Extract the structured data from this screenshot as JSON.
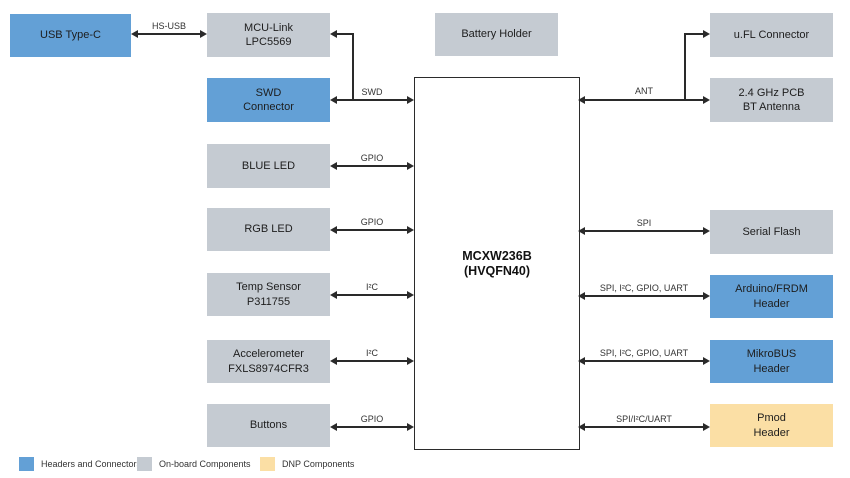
{
  "colors": {
    "header_connector_blue": "#63A0D6",
    "onboard_gray": "#C5CBD2",
    "dnp_orange": "#FBDFA5",
    "chip_fill": "#FFFFFF",
    "line_dark": "#2A2A2A"
  },
  "blocks": {
    "usb_type_c": "USB Type-C",
    "mcu_link": "MCU-Link\nLPC5569",
    "swd_connector": "SWD\nConnector",
    "blue_led": "BLUE LED",
    "rgb_led": "RGB LED",
    "temp_sensor": "Temp Sensor\nP311755",
    "accelerometer": "Accelerometer\nFXLS8974CFR3",
    "buttons": "Buttons",
    "battery_holder": "Battery Holder",
    "ufl_connector": "u.FL Connector",
    "bt_antenna": "2.4 GHz PCB\nBT Antenna",
    "serial_flash": "Serial Flash",
    "arduino_frdm_header": "Arduino/FRDM\nHeader",
    "mikrobus_header": "MikroBUS\nHeader",
    "pmod_header": "Pmod\nHeader",
    "chip": "MCXW236B\n(HVQFN40)"
  },
  "connections": {
    "hs_usb": "HS-USB",
    "swd": "SWD",
    "gpio_blue_led": "GPIO",
    "gpio_rgb_led": "GPIO",
    "i2c_temp_sensor": "I²C",
    "i2c_accelerometer": "I²C",
    "gpio_buttons": "GPIO",
    "ant": "ANT",
    "spi": "SPI",
    "arduino_frdm_bus": "SPI, I²C, GPIO, UART",
    "mikrobus_bus": "SPI, I²C, GPIO, UART",
    "pmod_bus": "SPI/I²C/UART"
  },
  "legend": {
    "items": [
      {
        "label": "Headers and Connectors",
        "color": "header_connector_blue"
      },
      {
        "label": "On-board Components",
        "color": "onboard_gray"
      },
      {
        "label": "DNP Components",
        "color": "dnp_orange"
      }
    ]
  }
}
